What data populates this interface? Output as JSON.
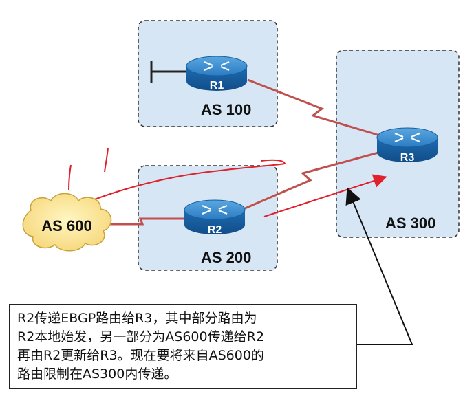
{
  "as_areas": {
    "as100": "AS 100",
    "as200": "AS 200",
    "as300": "AS 300"
  },
  "routers": {
    "r1": "R1",
    "r2": "R2",
    "r3": "R3"
  },
  "cloud": {
    "label": "AS 600"
  },
  "note": {
    "lines": [
      "R2传递EBGP路由给R3，其中部分路由为",
      "R2本地始发，另一部分为AS600传递给R2",
      "再由R2更新给R3。现在要将来自AS600的",
      "路由限制在AS300内传递。"
    ]
  },
  "colors": {
    "as_fill": "#d6e6f5",
    "router_body": "#1b6fb8",
    "link": "#c0504d",
    "annotation": "#e0202a"
  }
}
